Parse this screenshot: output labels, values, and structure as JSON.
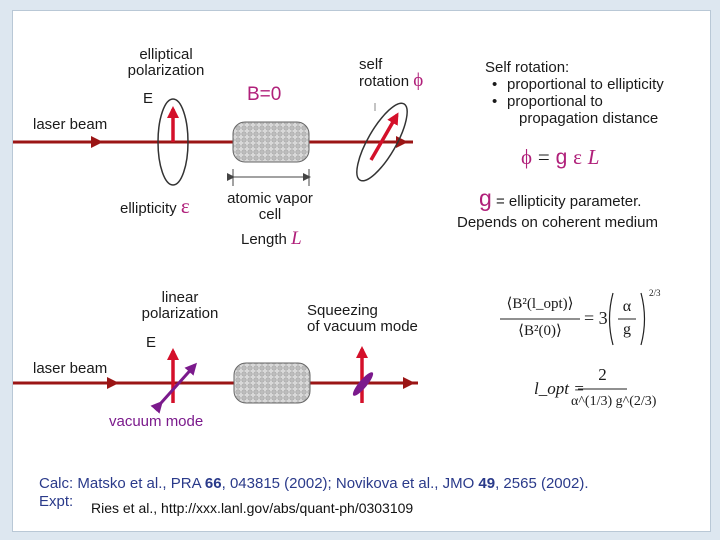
{
  "top": {
    "elliptical_polarization": [
      "elliptical",
      "polarization"
    ],
    "e_label": "E",
    "field_label": "B=0",
    "self_rotation": [
      "self",
      "rotation"
    ],
    "phi_symbol": "ϕ",
    "laser_beam": "laser beam",
    "ellipticity": "ellipticity",
    "epsilon": "ε",
    "vapor_cell": [
      "atomic vapor",
      "cell"
    ],
    "length": "Length",
    "length_symbol": "L"
  },
  "self_rotation_notes": {
    "heading": "Self rotation:",
    "bullets": [
      "proportional to ellipticity",
      "proportional to"
    ],
    "bullet2_cont": "propagation distance",
    "formula_phi": "ϕ",
    "formula_eq": "=",
    "formula_g": "g",
    "formula_eps": "ε",
    "formula_L": "L",
    "g_symbol": "g",
    "g_def": "= ellipticity parameter.",
    "medium": "Depends on coherent medium"
  },
  "bottom": {
    "linear_polarization": [
      "linear",
      "polarization"
    ],
    "e_label": "E",
    "laser_beam": "laser beam",
    "vacuum_mode": "vacuum mode",
    "squeezing": [
      "Squeezing",
      "of vacuum mode"
    ]
  },
  "equations": {
    "ratio_num": "⟨B²(l_opt)⟩",
    "ratio_den": "⟨B²(0)⟩",
    "ratio_rhs": "= 3",
    "ratio_frac_num": "α",
    "ratio_frac_den": "g",
    "ratio_power": "2/3",
    "lopt_lhs": "l_opt =",
    "lopt_num": "2",
    "lopt_den": "α^(1/3) g^(2/3)"
  },
  "citations": {
    "calc_label": "Calc:",
    "calc_a": "Matsko et al., PRA ",
    "calc_vol1": "66",
    "calc_b": ", 043815 (2002); Novikova et al., JMO ",
    "calc_vol2": "49",
    "calc_c": ", 2565 (2002).",
    "expt_label": "Expt:",
    "expt_text": "Ries et al., http://xxx.lanl.gov/abs/quant-ph/0303109"
  },
  "colors": {
    "beam": "#9b1515",
    "field_arrow": "#d4102a",
    "vacuum_arrow": "#7b1a8c",
    "accent": "#b0207a",
    "citation": "#2a3a8a"
  }
}
